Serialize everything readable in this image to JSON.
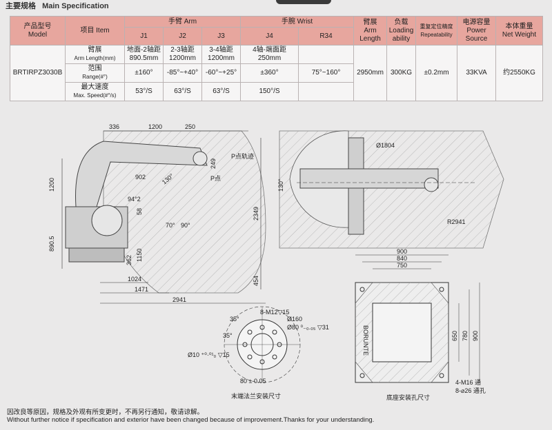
{
  "header": {
    "cn": "主要规格",
    "en": "Main Specification"
  },
  "table": {
    "h_model_cn": "产品型号",
    "h_model_en": "Model",
    "h_item_cn": "项目 Item",
    "h_arm": "手臂 Arm",
    "h_wrist": "手腕 Wrist",
    "h_j1": "J1",
    "h_j2": "J2",
    "h_j3": "J3",
    "h_j4": "J4",
    "h_r34": "R34",
    "h_armlen_cn": "臂展",
    "h_armlen_en": "Arm Length",
    "h_load_cn": "负载",
    "h_load_en": "Loading ability",
    "h_rep_cn": "重复定位精度",
    "h_rep_en": "Repeatability",
    "h_power_cn": "电源容量",
    "h_power_en": "Power Source",
    "h_weight_cn": "本体重量",
    "h_weight_en": "Net Weight",
    "model": "BRTIRPZ3030B",
    "r1_cn": "臂展",
    "r1_en": "Arm Length(mm)",
    "r1_j1a": "地面-2轴距",
    "r1_j1b": "890.5mm",
    "r1_j2a": "2-3轴距",
    "r1_j2b": "1200mm",
    "r1_j3a": "3-4轴距",
    "r1_j3b": "1200mm",
    "r1_j4a": "4轴-端面距",
    "r1_j4b": "250mm",
    "r2_cn": "范围",
    "r2_en": "Range(#°)",
    "r2_j1": "±160°",
    "r2_j2": "-85°~+40°",
    "r2_j3": "-60°~+25°",
    "r2_j4": "±360°",
    "r2_r34": "75°~160°",
    "r3_cn": "最大速度",
    "r3_en": "Max. Speed(#°/s)",
    "r3_j1": "53°/S",
    "r3_j2": "63°/S",
    "r3_j3": "63°/S",
    "r3_j4": "150°/S",
    "armlen": "2950mm",
    "load": "300KG",
    "rep": "±0.2mm",
    "power": "33KVA",
    "weight": "约2550KG"
  },
  "drawing_side": {
    "d336": "336",
    "d1200a": "1200",
    "d250": "250",
    "d1200": "1200",
    "d890": "890.5",
    "d2349": "2349",
    "d1150": "1150",
    "d362": "362",
    "d454": "454",
    "d1024": "1024",
    "d1471": "1471",
    "d2941": "2941",
    "d249": "249",
    "d58": "58",
    "a902": "902",
    "a130": "130°",
    "a942": "94°2",
    "a90": "90°",
    "a70": "70°",
    "p_track": "P点轨迹",
    "p_point": "P点"
  },
  "drawing_top": {
    "d1804": "Ø1804",
    "r2941": "R2941",
    "a130": "130°"
  },
  "flange": {
    "m12": "8-M12▽15",
    "d160": "Ø160",
    "d80": "Ø80 ⁰₋₀.₀₅ ▽31",
    "d10": "Ø10 ⁺⁰·⁰¹₀ ▽15",
    "d80b": "80 ± 0.05",
    "a35a": "35°",
    "a35b": "35°",
    "caption": "末端法兰安装尺寸"
  },
  "base": {
    "w900": "900",
    "w840": "840",
    "w750": "750",
    "h650": "650",
    "h780": "780",
    "h900": "900",
    "m16": "4-M16 通",
    "d26": "8-⌀26 通孔",
    "caption": "底座安装孔尺寸",
    "brand": "BORUNTE"
  },
  "footer": {
    "cn": "因改良等原因，规格及外观有所变更时，不再另行通知，敬请谅解。",
    "en": "Without further notice if specification and exterior have been changed because of improvement.Thanks for your understanding."
  }
}
